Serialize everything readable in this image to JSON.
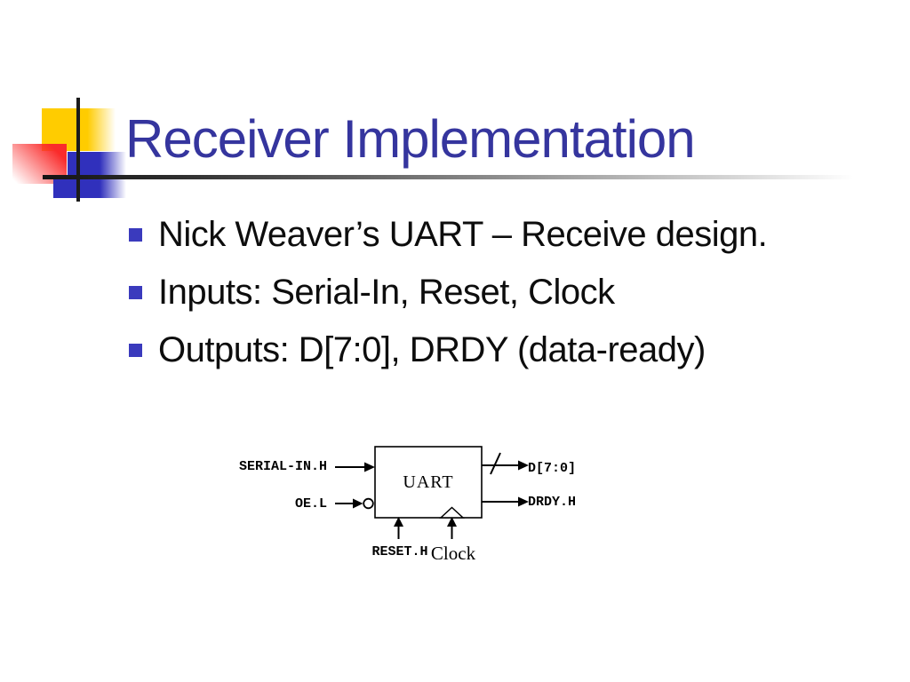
{
  "slide": {
    "title": "Receiver Implementation",
    "bullets": [
      "Nick Weaver’s UART – Receive design.",
      "Inputs: Serial-In, Reset, Clock",
      "Outputs: D[7:0], DRDY (data-ready)"
    ],
    "diagram": {
      "box_label": "UART",
      "input_serial": "SERIAL-IN.H",
      "input_oe": "OE.L",
      "output_data": "D[7:0]",
      "output_drdy": "DRDY.H",
      "bottom_reset": "RESET.H",
      "bottom_clock": "Clock"
    }
  },
  "theme": {
    "title_color": "#35359e",
    "bullet_square": "#3a3abd",
    "accent_yellow": "#ffcc00",
    "accent_red": "#fa2b2b",
    "accent_blue": "#3030bc",
    "diagram_stroke": "#000000"
  }
}
